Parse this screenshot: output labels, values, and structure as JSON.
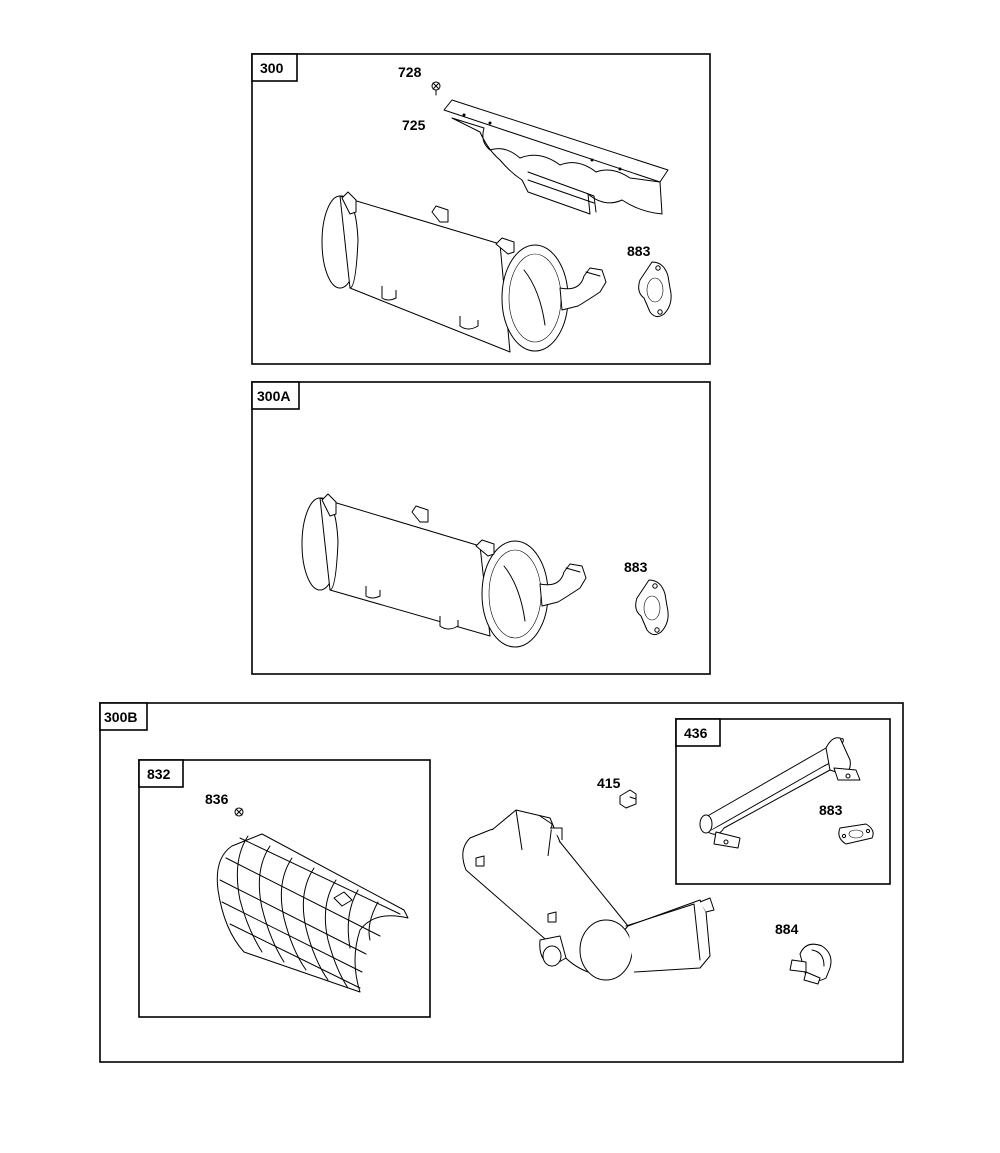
{
  "groups": {
    "g300": {
      "tag": "300",
      "callouts": {
        "c728": "728",
        "c725": "725",
        "c883": "883"
      }
    },
    "g300a": {
      "tag": "300A",
      "callouts": {
        "c883": "883"
      }
    },
    "g300b": {
      "tag": "300B",
      "callouts": {
        "c415": "415",
        "c884": "884"
      },
      "sub832": {
        "tag": "832",
        "callouts": {
          "c836": "836"
        }
      },
      "sub436": {
        "tag": "436",
        "callouts": {
          "c883": "883"
        }
      }
    }
  }
}
